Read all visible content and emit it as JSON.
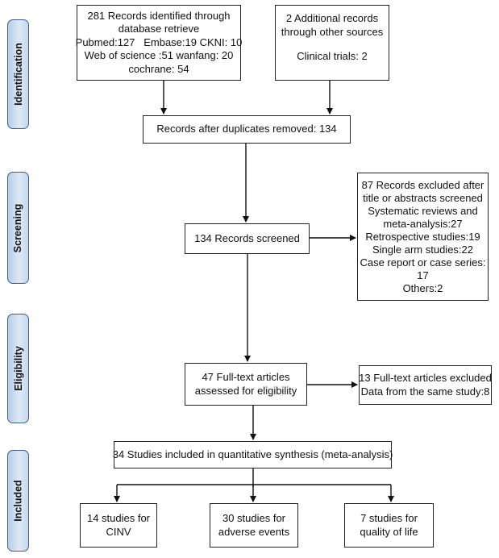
{
  "stages": {
    "identification": "Identification",
    "screening": "Screening",
    "eligibility": "Eligibility",
    "included": "Included"
  },
  "boxes": {
    "database": [
      "281 Records identified through",
      "database retrieve",
      "Pubmed:127   Embase:19 CKNI: 10",
      "Web of science :51 wanfang: 20",
      "cochrane: 54"
    ],
    "other_sources": [
      "2 Additional records",
      "through other sources",
      "",
      "Clinical trials: 2"
    ],
    "duplicates_removed": [
      "Records after duplicates removed: 134"
    ],
    "screened": [
      "134 Records screened"
    ],
    "excluded_screening": [
      "87 Records excluded after",
      "title or abstracts screened",
      "Systematic reviews and",
      "meta-analysis:27",
      "Retrospective studies:19",
      "Single arm studies:22",
      "Case report or case series:",
      "17",
      "Others:2"
    ],
    "fulltext_assessed": [
      "47 Full-text articles",
      "assessed for eligibility"
    ],
    "fulltext_excluded": [
      "13 Full-text articles excluded",
      "Data from the same study:8"
    ],
    "included_synthesis": [
      "34 Studies included in quantitative synthesis (meta-analysis)"
    ],
    "cinv": [
      "14 studies for",
      "CINV"
    ],
    "adverse_events": [
      "30 studies for",
      "adverse events"
    ],
    "quality_of_life": [
      "7 studies for",
      "quality of life"
    ]
  }
}
